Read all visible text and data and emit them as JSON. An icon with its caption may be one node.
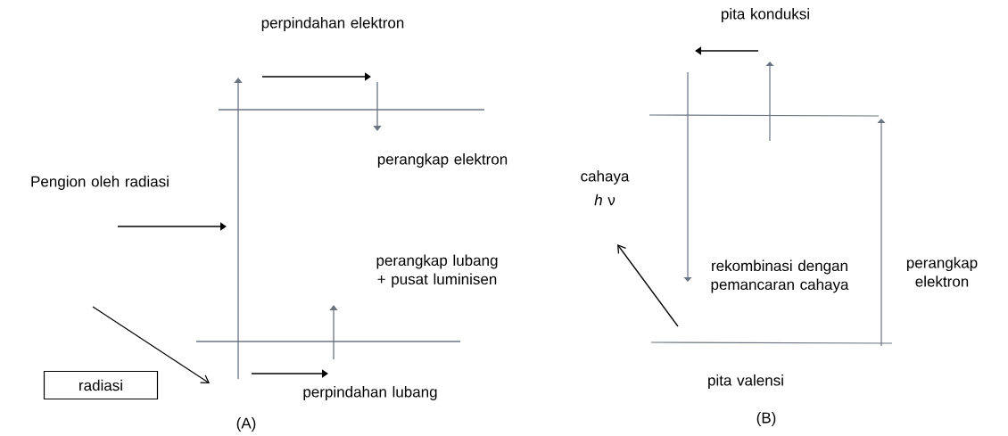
{
  "diagram": {
    "nodes": [
      {
        "text": [
          "radiasi"
        ]
      }
    ],
    "labels": [
      "perpindahan elektron",
      "perangkap elektron",
      "Pengion oleh radiasi",
      "perangkap lubang + pusat luminisen",
      "perpindahan lubang",
      "(A)",
      "pita konduksi",
      "cahaya",
      "*h* ν",
      "rekombinasi dengan pemancaran cahaya",
      "perangkap elektron",
      "pita valensi",
      "(B)"
    ]
  }
}
